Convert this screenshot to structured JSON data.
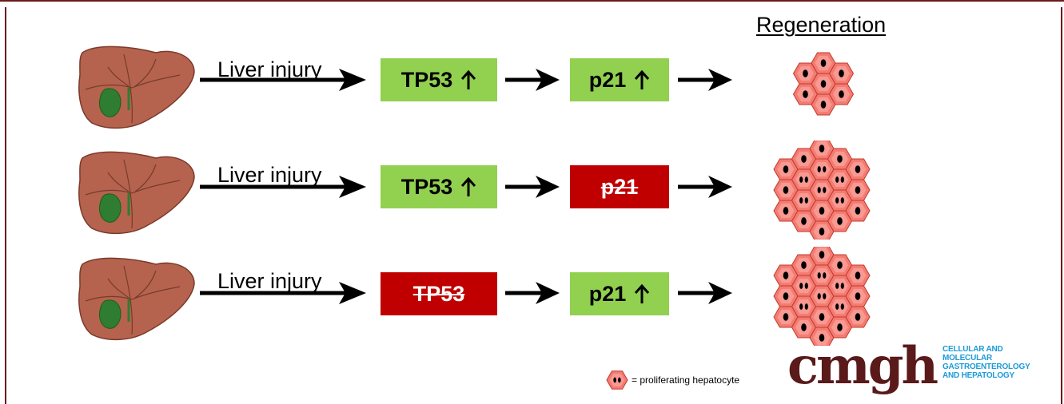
{
  "regeneration_title": "Regeneration",
  "rows": [
    {
      "injury_label": "Liver injury",
      "tp53": {
        "label": "TP53",
        "state": "up"
      },
      "p21": {
        "label": "p21",
        "state": "up"
      },
      "outcome": "normal"
    },
    {
      "injury_label": "Liver injury",
      "tp53": {
        "label": "TP53",
        "state": "up"
      },
      "p21": {
        "label": "p21",
        "state": "deleted"
      },
      "outcome": "enhanced"
    },
    {
      "injury_label": "Liver injury",
      "tp53": {
        "label": "TP53",
        "state": "deleted"
      },
      "p21": {
        "label": "p21",
        "state": "up"
      },
      "outcome": "enhanced"
    }
  ],
  "legend": {
    "text": "= proliferating hepatocyte"
  },
  "logo": {
    "word": "cmgh",
    "lines": [
      "CELLULAR AND",
      "MOLECULAR",
      "GASTROENTEROLOGY",
      "AND HEPATOLOGY"
    ]
  },
  "colors": {
    "up_box": "#92d050",
    "deleted_box": "#c00000",
    "cell_fill": "#f47b72",
    "cell_light": "#fbb3ad",
    "liver": "#b5634e",
    "gallbladder": "#2e7d32",
    "logo_brown": "#5a1a1a",
    "logo_blue": "#1d9ad6"
  }
}
